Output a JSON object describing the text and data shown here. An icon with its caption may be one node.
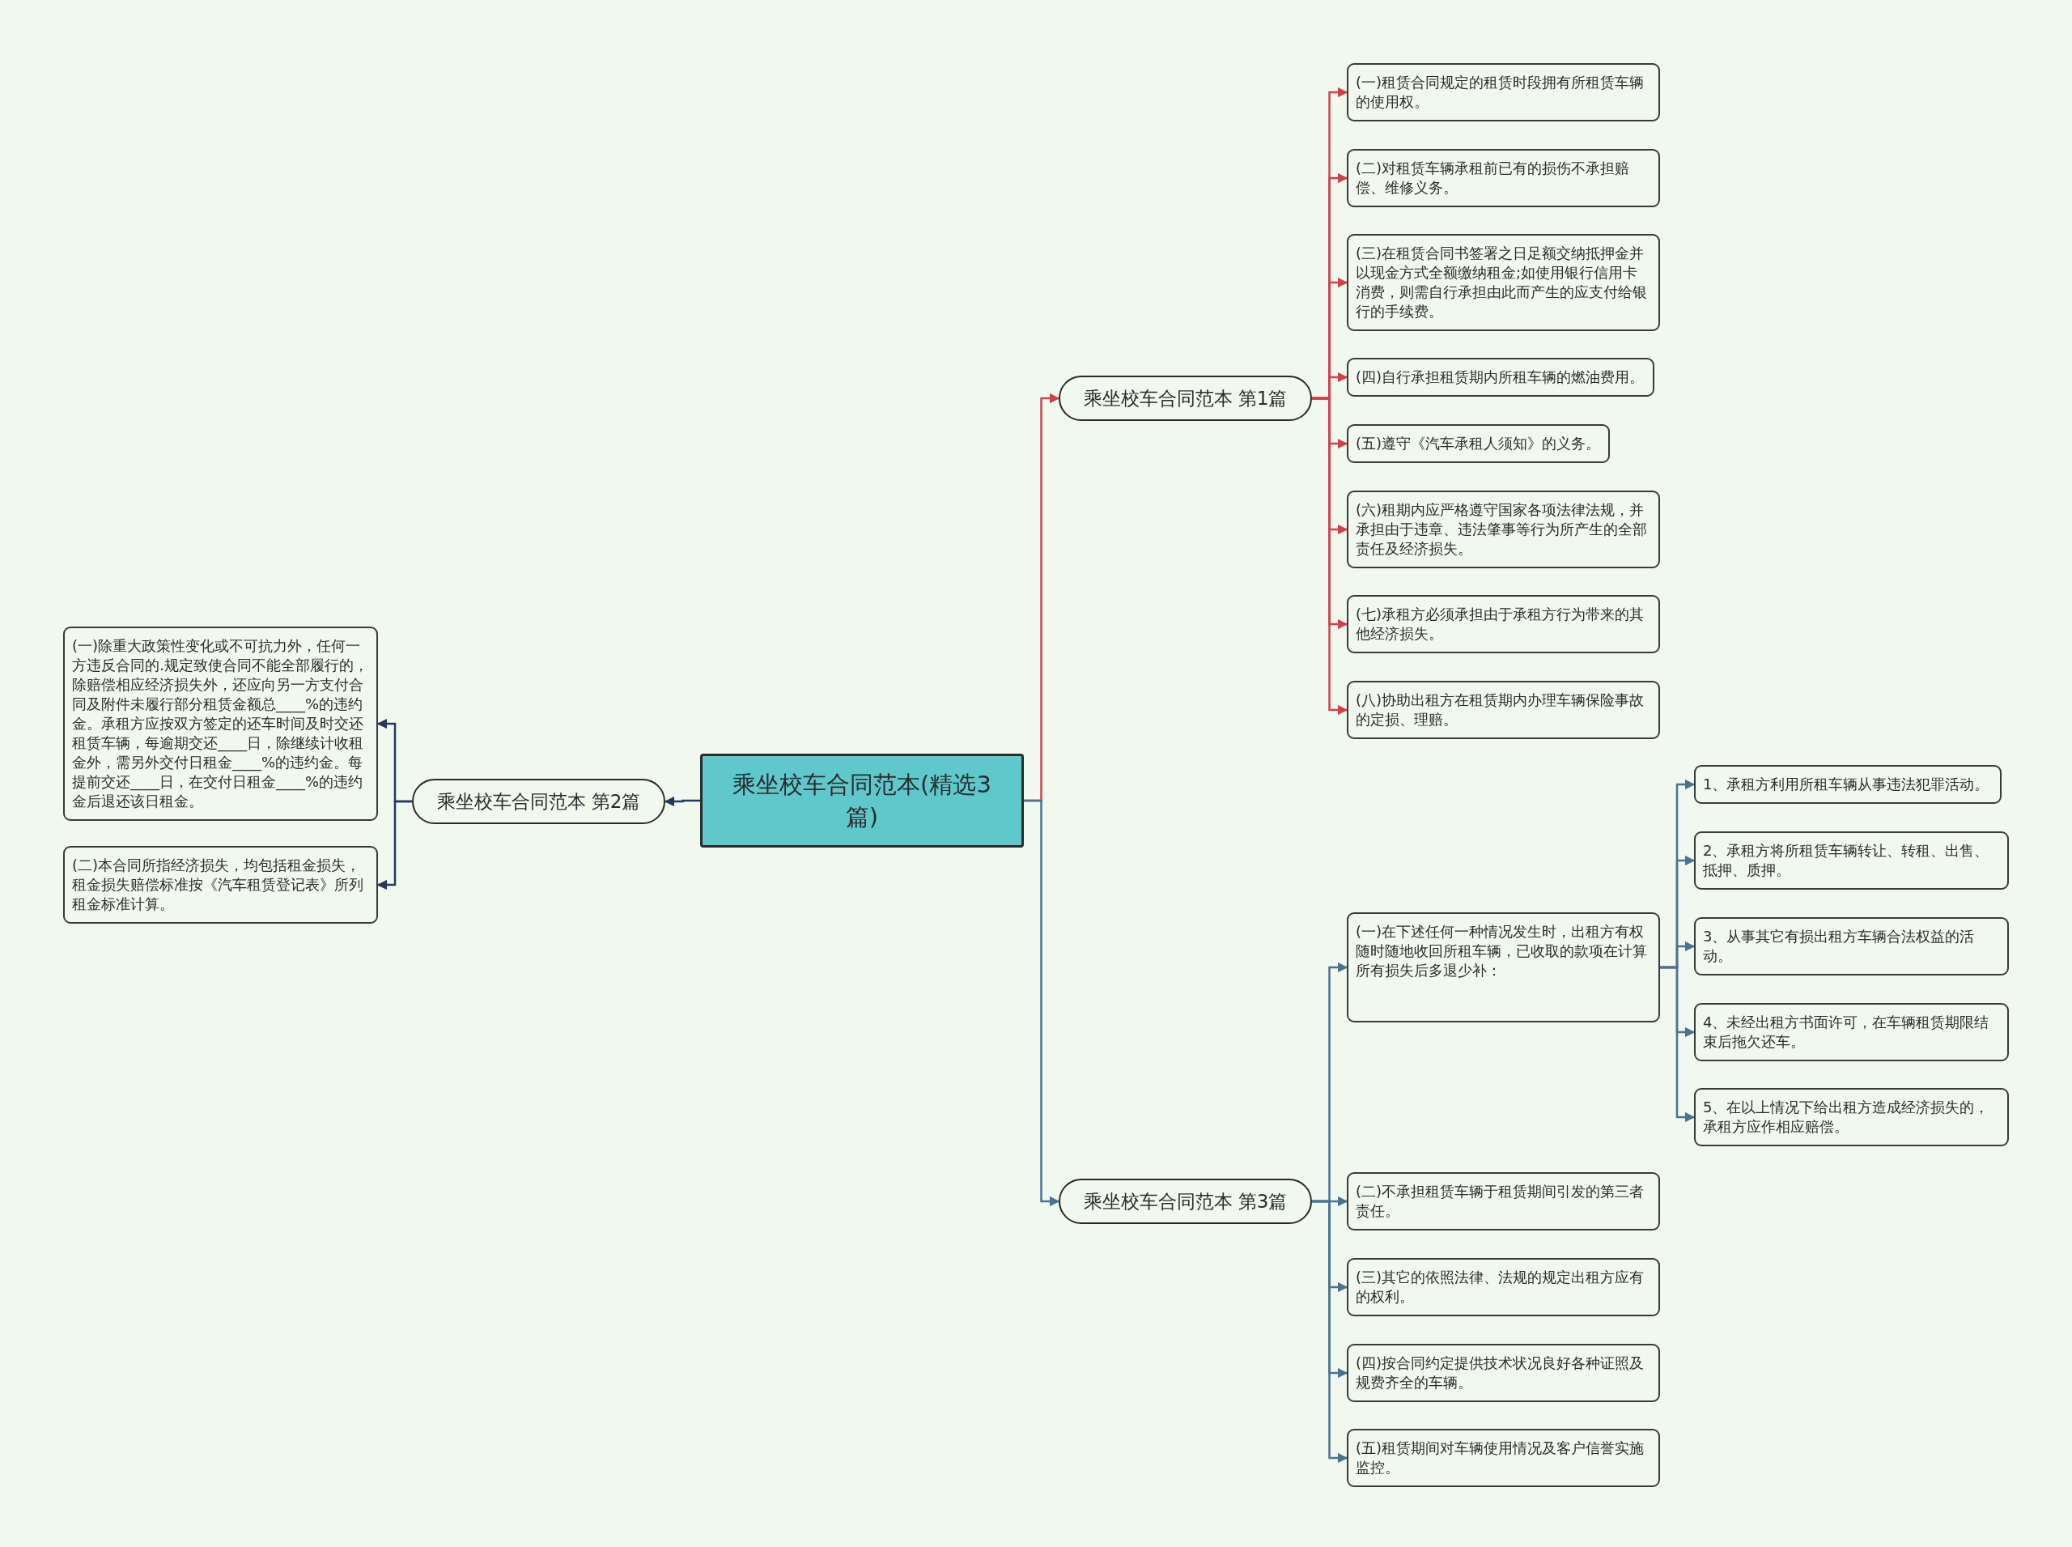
{
  "diagram": {
    "nodes": [
      {
        "text": [
          "乘坐校车合同范本(精选3篇)"
        ]
      },
      {
        "text": [
          "乘坐校车合同范本 第1篇"
        ]
      },
      {
        "text": [
          "乘坐校车合同范本 第2篇"
        ]
      },
      {
        "text": [
          "乘坐校车合同范本 第3篇"
        ]
      },
      {
        "text": [
          "(一)租赁合同规定的租赁时段拥有所租赁车辆的使用权。"
        ]
      },
      {
        "text": [
          "(二)对租赁车辆承租前已有的损伤不承担赔偿、维修义务。"
        ]
      },
      {
        "text": [
          "(三)在租赁合同书签署之日足额交纳抵押金并以现金方式全额缴纳租金;如使用银行信用卡消费，则需自行承担由此而产生的应支付给银行的手续费。"
        ]
      },
      {
        "text": [
          "(四)自行承担租赁期内所租车辆的燃油费用。"
        ]
      },
      {
        "text": [
          "(五)遵守《汽车承租人须知》的义务。"
        ]
      },
      {
        "text": [
          "(六)租期内应严格遵守国家各项法律法规，并承担由于违章、违法肇事等行为所产生的全部责任及经济损失。"
        ]
      },
      {
        "text": [
          "(七)承租方必须承担由于承租方行为带来的其他经济损失。"
        ]
      },
      {
        "text": [
          "(八)协助出租方在租赁期内办理车辆保险事故的定损、理赔。"
        ]
      },
      {
        "text": [
          "(一)除重大政策性变化或不可抗力外，任何一方违反合同的.规定致使合同不能全部履行的，除赔偿相应经济损失外，还应向另一方支付合同及附件未履行部分租赁金额总____%的违约金。承租方应按双方签定的还车时间及时交还租赁车辆，每逾期交还____日，除继续计收租金外，需另外交付日租金____%的违约金。每提前交还____日，在交付日租金____%的违约金后退还该日租金。"
        ]
      },
      {
        "text": [
          "(二)本合同所指经济损失，均包括租金损失，租金损失赔偿标准按《汽车租赁登记表》所列租金标准计算。"
        ]
      },
      {
        "text": [
          "(一)在下述任何一种情况发生时，出租方有权随时随地收回所租车辆，已收取的款项在计算所有损失后多退少补："
        ]
      },
      {
        "text": [
          "(二)不承担租赁车辆于租赁期间引发的第三者责任。"
        ]
      },
      {
        "text": [
          "(三)其它的依照法律、法规的规定出租方应有的权利。"
        ]
      },
      {
        "text": [
          "(四)按合同约定提供技术状况良好各种证照及规费齐全的车辆。"
        ]
      },
      {
        "text": [
          "(五)租赁期间对车辆使用情况及客户信誉实施监控。"
        ]
      },
      {
        "text": [
          "1、承租方利用所租车辆从事违法犯罪活动。"
        ]
      },
      {
        "text": [
          "2、承租方将所租赁车辆转让、转租、出售、抵押、质押。"
        ]
      },
      {
        "text": [
          "3、从事其它有损出租方车辆合法权益的活动。"
        ]
      },
      {
        "text": [
          "4、未经出租方书面许可，在车辆租赁期限结束后拖欠还车。"
        ]
      },
      {
        "text": [
          "5、在以上情况下给出租方造成经济损失的，承租方应作相应赔偿。"
        ]
      }
    ],
    "edges": [
      {
        "from": 0,
        "to": 1,
        "arrow": "to",
        "color": "#d0424a"
      },
      {
        "from": 0,
        "to": 2,
        "arrow": "to",
        "color": "#233a5e"
      },
      {
        "from": 0,
        "to": 3,
        "arrow": "to"
      },
      {
        "from": 1,
        "to": 4,
        "arrow": "to",
        "color": "#d0424a"
      },
      {
        "from": 1,
        "to": 5,
        "arrow": "to",
        "color": "#d0424a"
      },
      {
        "from": 1,
        "to": 6,
        "arrow": "to",
        "color": "#d0424a"
      },
      {
        "from": 1,
        "to": 7,
        "arrow": "to",
        "color": "#d0424a"
      },
      {
        "from": 1,
        "to": 8,
        "arrow": "to",
        "color": "#d0424a"
      },
      {
        "from": 1,
        "to": 9,
        "arrow": "to",
        "color": "#d0424a"
      },
      {
        "from": 1,
        "to": 10,
        "arrow": "to",
        "color": "#d0424a"
      },
      {
        "from": 1,
        "to": 11,
        "arrow": "to",
        "color": "#d0424a"
      },
      {
        "from": 2,
        "to": 12,
        "arrow": "to",
        "color": "#233a5e"
      },
      {
        "from": 2,
        "to": 13,
        "arrow": "to",
        "color": "#233a5e"
      },
      {
        "from": 3,
        "to": 14,
        "arrow": "to"
      },
      {
        "from": 3,
        "to": 15,
        "arrow": "to"
      },
      {
        "from": 3,
        "to": 16,
        "arrow": "to"
      },
      {
        "from": 3,
        "to": 17,
        "arrow": "to"
      },
      {
        "from": 3,
        "to": 18,
        "arrow": "to"
      },
      {
        "from": 14,
        "to": 19,
        "arrow": "to"
      },
      {
        "from": 14,
        "to": 20,
        "arrow": "to"
      },
      {
        "from": 14,
        "to": 21,
        "arrow": "to"
      },
      {
        "from": 14,
        "to": 22,
        "arrow": "to"
      },
      {
        "from": 14,
        "to": 23,
        "arrow": "to"
      }
    ]
  }
}
